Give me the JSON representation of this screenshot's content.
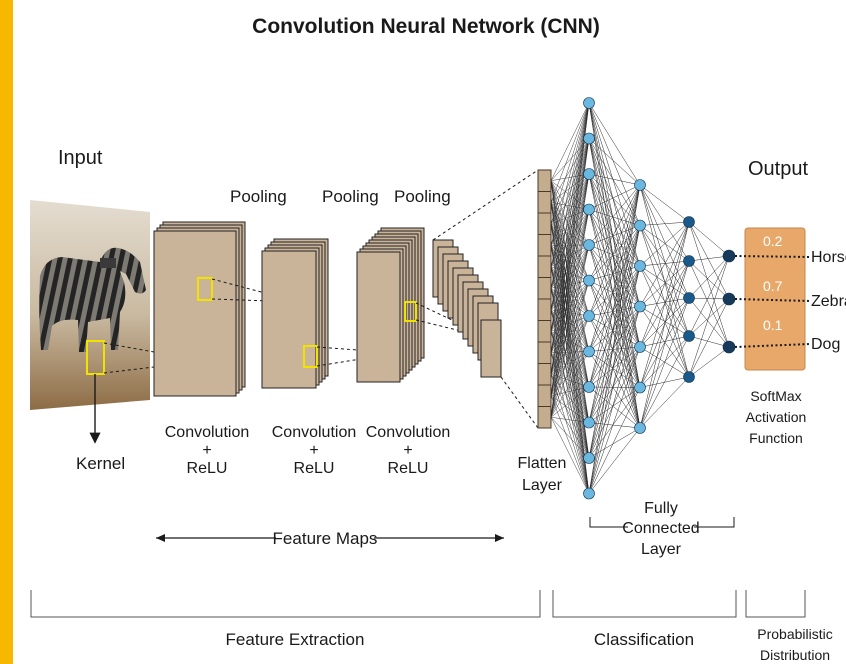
{
  "title": "Convolution  Neural  Network (CNN)",
  "labels": {
    "input": "Input",
    "output": "Output",
    "kernel": "Kernel",
    "pooling": [
      "Pooling",
      "Pooling",
      "Pooling"
    ],
    "conv": [
      {
        "line1": "Convolution",
        "plus": "+",
        "line3": "ReLU"
      },
      {
        "line1": "Convolution",
        "plus": "+",
        "line3": "ReLU"
      },
      {
        "line1": "Convolution",
        "plus": "+",
        "line3": "ReLU"
      }
    ],
    "flatten": [
      "Flatten",
      "Layer"
    ],
    "fully_connected": [
      "Fully",
      "Connected",
      "Layer"
    ],
    "softmax": [
      "SoftMax",
      "Activation",
      "Function"
    ],
    "feature_maps": "Feature  Maps"
  },
  "outputs": [
    {
      "value": "0.2",
      "class": "Horse"
    },
    {
      "value": "0.7",
      "class": "Zebra"
    },
    {
      "value": "0.1",
      "class": "Dog"
    }
  ],
  "sections": [
    {
      "label": "Feature Extraction"
    },
    {
      "label": "Classification"
    },
    {
      "label_lines": [
        "Probabilistic",
        "Distribution"
      ]
    }
  ],
  "colors": {
    "left_band": "#f6b800",
    "map_fill": "#c9b49a",
    "flatten_fill": "#c4ac8e",
    "node_light": "#6ab8e0",
    "node_dark": "#1a5a8a",
    "node_darkest": "#163a5a",
    "softmax_fill": "#e8a86a",
    "kernel_box": "#f2e200"
  },
  "icons": [
    "zebra-image",
    "kernel-arrow-icon",
    "double-arrow-icon"
  ]
}
